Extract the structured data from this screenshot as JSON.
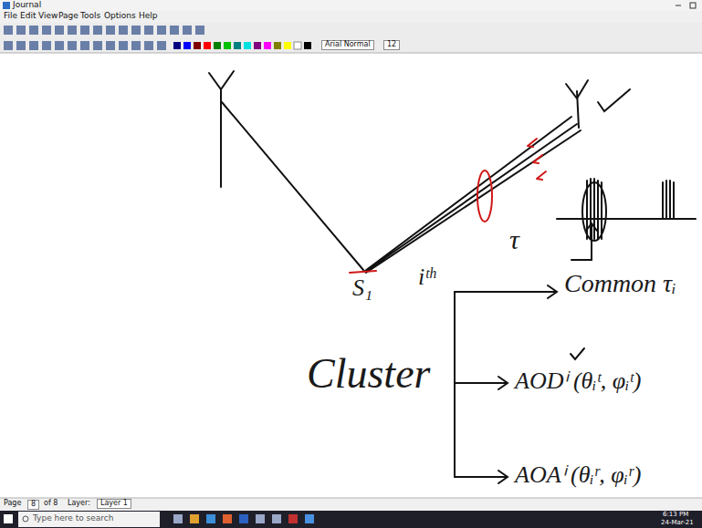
{
  "diagram": {
    "labels": [
      "Journal",
      "File",
      "Edit",
      "View",
      "Page",
      "Tools",
      "Options",
      "Help",
      "Arial Normal",
      "12",
      "Page",
      "8",
      "of 8",
      "Layer:",
      "Layer 1",
      "Type here to search",
      "6:13 PM",
      "24-Mar-21",
      "S₁",
      "τ",
      "iᵗʰ",
      "Cluster",
      "Common τᵢ",
      "AODⁱ (θᵢᵗ, φᵢᵗ)",
      "AOAⁱ (θᵢʳ, φᵢʳ)"
    ]
  }
}
